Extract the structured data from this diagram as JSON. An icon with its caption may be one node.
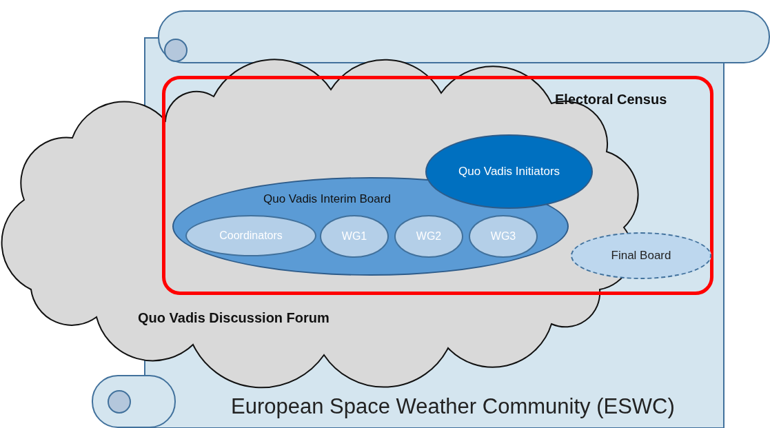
{
  "diagram": {
    "nodes": [
      {
        "text": [
          "European Space Weather Community (ESWC)"
        ]
      },
      {
        "text": [
          "Quo Vadis Discussion Forum"
        ]
      },
      {
        "text": [
          "Electoral Census"
        ],
        "in": 0
      },
      {
        "text": [
          "Quo Vadis Initiators"
        ],
        "in": 2
      },
      {
        "text": [
          "Quo Vadis Interim Board"
        ],
        "in": 2
      },
      {
        "text": [
          "Coordinators"
        ],
        "in": 4
      },
      {
        "text": [
          "WG1"
        ],
        "in": 4
      },
      {
        "text": [
          "WG2"
        ],
        "in": 4
      },
      {
        "text": [
          "WG3"
        ],
        "in": 4
      },
      {
        "text": [
          "Final Board"
        ],
        "in": 2
      }
    ],
    "edges": []
  }
}
